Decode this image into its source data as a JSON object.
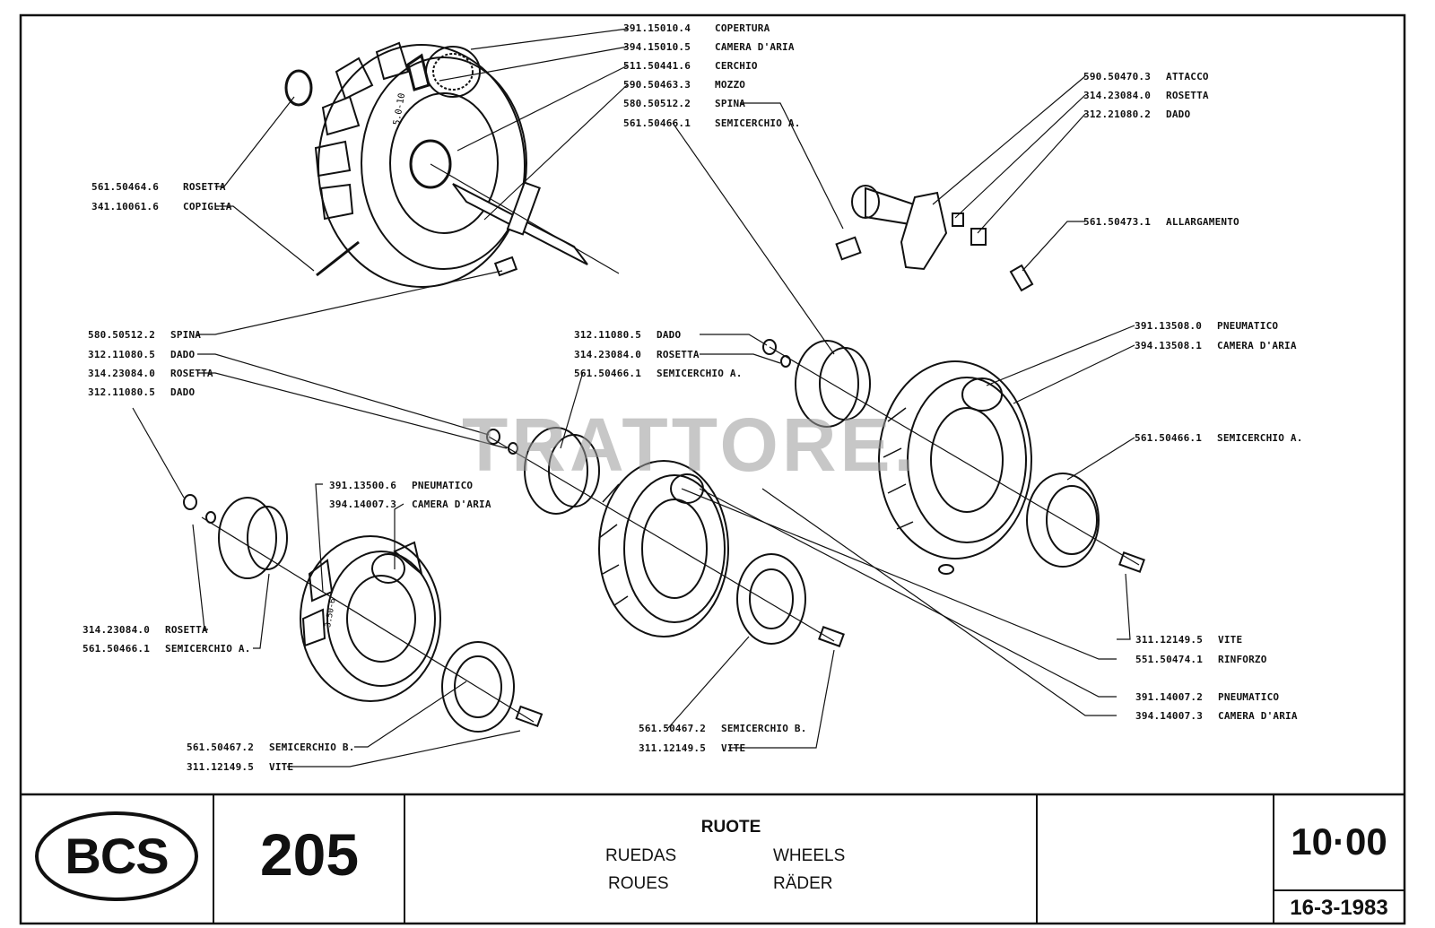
{
  "watermark": "TRATTORE.",
  "callouts": {
    "c01": {
      "code": "391.15010.4",
      "name": "COPERTURA"
    },
    "c02": {
      "code": "394.15010.5",
      "name": "CAMERA D'ARIA"
    },
    "c03": {
      "code": "511.50441.6",
      "name": "CERCHIO"
    },
    "c04": {
      "code": "590.50463.3",
      "name": "MOZZO"
    },
    "c05": {
      "code": "580.50512.2",
      "name": "SPINA"
    },
    "c06": {
      "code": "561.50466.1",
      "name": "SEMICERCHIO A."
    },
    "c07": {
      "code": "590.50470.3",
      "name": "ATTACCO"
    },
    "c08": {
      "code": "314.23084.0",
      "name": "ROSETTA"
    },
    "c09": {
      "code": "312.21080.2",
      "name": "DADO"
    },
    "c10": {
      "code": "561.50473.1",
      "name": "ALLARGAMENTO"
    },
    "c11": {
      "code": "561.50464.6",
      "name": "ROSETTA"
    },
    "c12": {
      "code": "341.10061.6",
      "name": "COPIGLIA"
    },
    "c13": {
      "code": "580.50512.2",
      "name": "SPINA"
    },
    "c14": {
      "code": "312.11080.5",
      "name": "DADO"
    },
    "c15": {
      "code": "314.23084.0",
      "name": "ROSETTA"
    },
    "c16": {
      "code": "312.11080.5",
      "name": "DADO"
    },
    "c17": {
      "code": "312.11080.5",
      "name": "DADO"
    },
    "c18": {
      "code": "314.23084.0",
      "name": "ROSETTA"
    },
    "c19": {
      "code": "561.50466.1",
      "name": "SEMICERCHIO A."
    },
    "c20": {
      "code": "391.13508.0",
      "name": "PNEUMATICO"
    },
    "c21": {
      "code": "394.13508.1",
      "name": "CAMERA D'ARIA"
    },
    "c22": {
      "code": "561.50466.1",
      "name": "SEMICERCHIO A."
    },
    "c23": {
      "code": "391.13500.6",
      "name": "PNEUMATICO"
    },
    "c24": {
      "code": "394.14007.3",
      "name": "CAMERA D'ARIA"
    },
    "c25": {
      "code": "314.23084.0",
      "name": "ROSETTA"
    },
    "c26": {
      "code": "561.50466.1",
      "name": "SEMICERCHIO A."
    },
    "c27": {
      "code": "311.12149.5",
      "name": "VITE"
    },
    "c28": {
      "code": "551.50474.1",
      "name": "RINFORZO"
    },
    "c29": {
      "code": "391.14007.2",
      "name": "PNEUMATICO"
    },
    "c30": {
      "code": "394.14007.3",
      "name": "CAMERA D'ARIA"
    },
    "c31": {
      "code": "561.50467.2",
      "name": "SEMICERCHIO B."
    },
    "c32": {
      "code": "311.12149.5",
      "name": "VITE"
    },
    "c33": {
      "code": "561.50467.2",
      "name": "SEMICERCHIO B."
    },
    "c34": {
      "code": "311.12149.5",
      "name": "VITE"
    }
  },
  "tire_markings": {
    "large_tire": "5.0-10",
    "small_tire": "3.50-6"
  },
  "title_block": {
    "brand": "BCS",
    "model": "205",
    "title_it": "RUOTE",
    "title_es": "RUEDAS",
    "title_en": "WHEELS",
    "title_fr": "ROUES",
    "title_de": "RÄDER",
    "sheet_number": "10·00",
    "date": "16-3-1983"
  }
}
